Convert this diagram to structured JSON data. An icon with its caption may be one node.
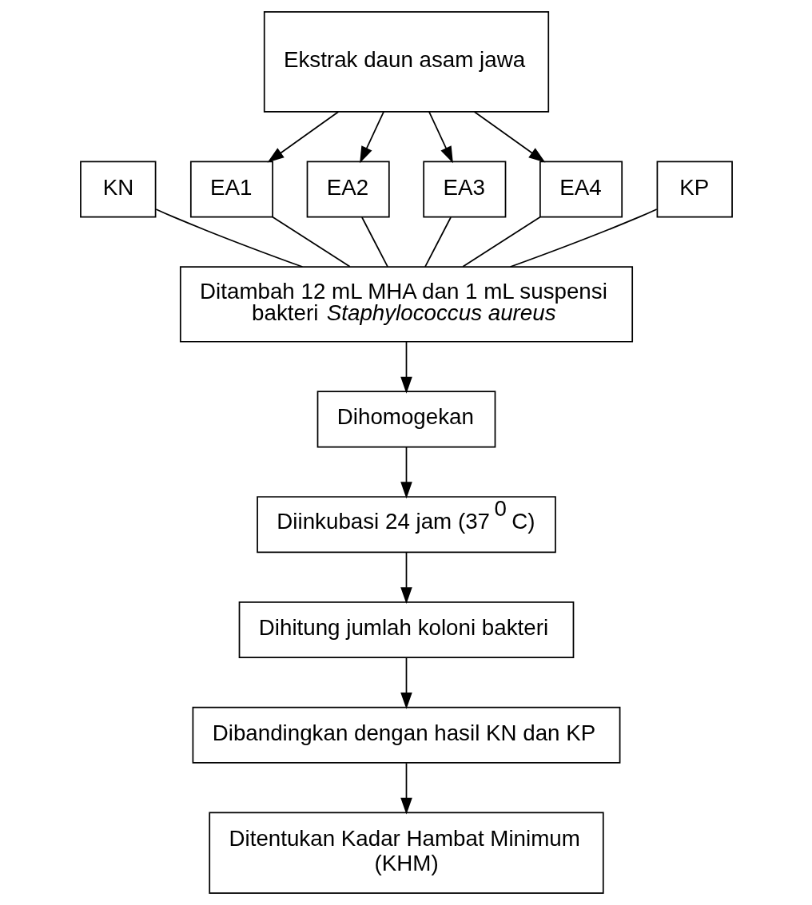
{
  "diagram": {
    "nodes": [
      {
        "text": [
          "Ekstrak daun asam jawa"
        ]
      },
      {
        "text": [
          "KN"
        ]
      },
      {
        "text": [
          "EA1"
        ]
      },
      {
        "text": [
          "EA2"
        ]
      },
      {
        "text": [
          "EA3"
        ]
      },
      {
        "text": [
          "EA4"
        ]
      },
      {
        "text": [
          "KP"
        ]
      },
      {
        "text": [
          "Ditambah 12 mL MHA dan 1 mL suspensi bakteri *Staphylococcus aureus*"
        ]
      },
      {
        "text": [
          "Dihomogekan"
        ]
      },
      {
        "text": [
          "Diinkubasi 24 jam (37$^{0}$ C)"
        ]
      },
      {
        "text": [
          "Dihitung jumlah koloni bakteri"
        ]
      },
      {
        "text": [
          "Dibandingkan dengan hasil KN dan KP"
        ]
      },
      {
        "text": [
          "Ditentukan Kadar Hambat Minimum (KHM)"
        ]
      }
    ],
    "edges": [
      {
        "from": 0,
        "to": 2,
        "arrow": "to"
      },
      {
        "from": 0,
        "to": 3,
        "arrow": "to"
      },
      {
        "from": 0,
        "to": 4,
        "arrow": "to"
      },
      {
        "from": 0,
        "to": 5,
        "arrow": "to"
      },
      {
        "from": 1,
        "to": 7,
        "arrow": "none"
      },
      {
        "from": 2,
        "to": 7,
        "arrow": "none"
      },
      {
        "from": 3,
        "to": 7,
        "arrow": "none"
      },
      {
        "from": 4,
        "to": 7,
        "arrow": "none"
      },
      {
        "from": 5,
        "to": 7,
        "arrow": "none"
      },
      {
        "from": 6,
        "to": 7,
        "arrow": "none"
      },
      {
        "from": 7,
        "to": 8,
        "arrow": "to"
      },
      {
        "from": 8,
        "to": 9,
        "arrow": "to"
      },
      {
        "from": 9,
        "to": 10,
        "arrow": "to"
      },
      {
        "from": 10,
        "to": 11,
        "arrow": "to"
      },
      {
        "from": 11,
        "to": 12,
        "arrow": "to"
      }
    ]
  }
}
